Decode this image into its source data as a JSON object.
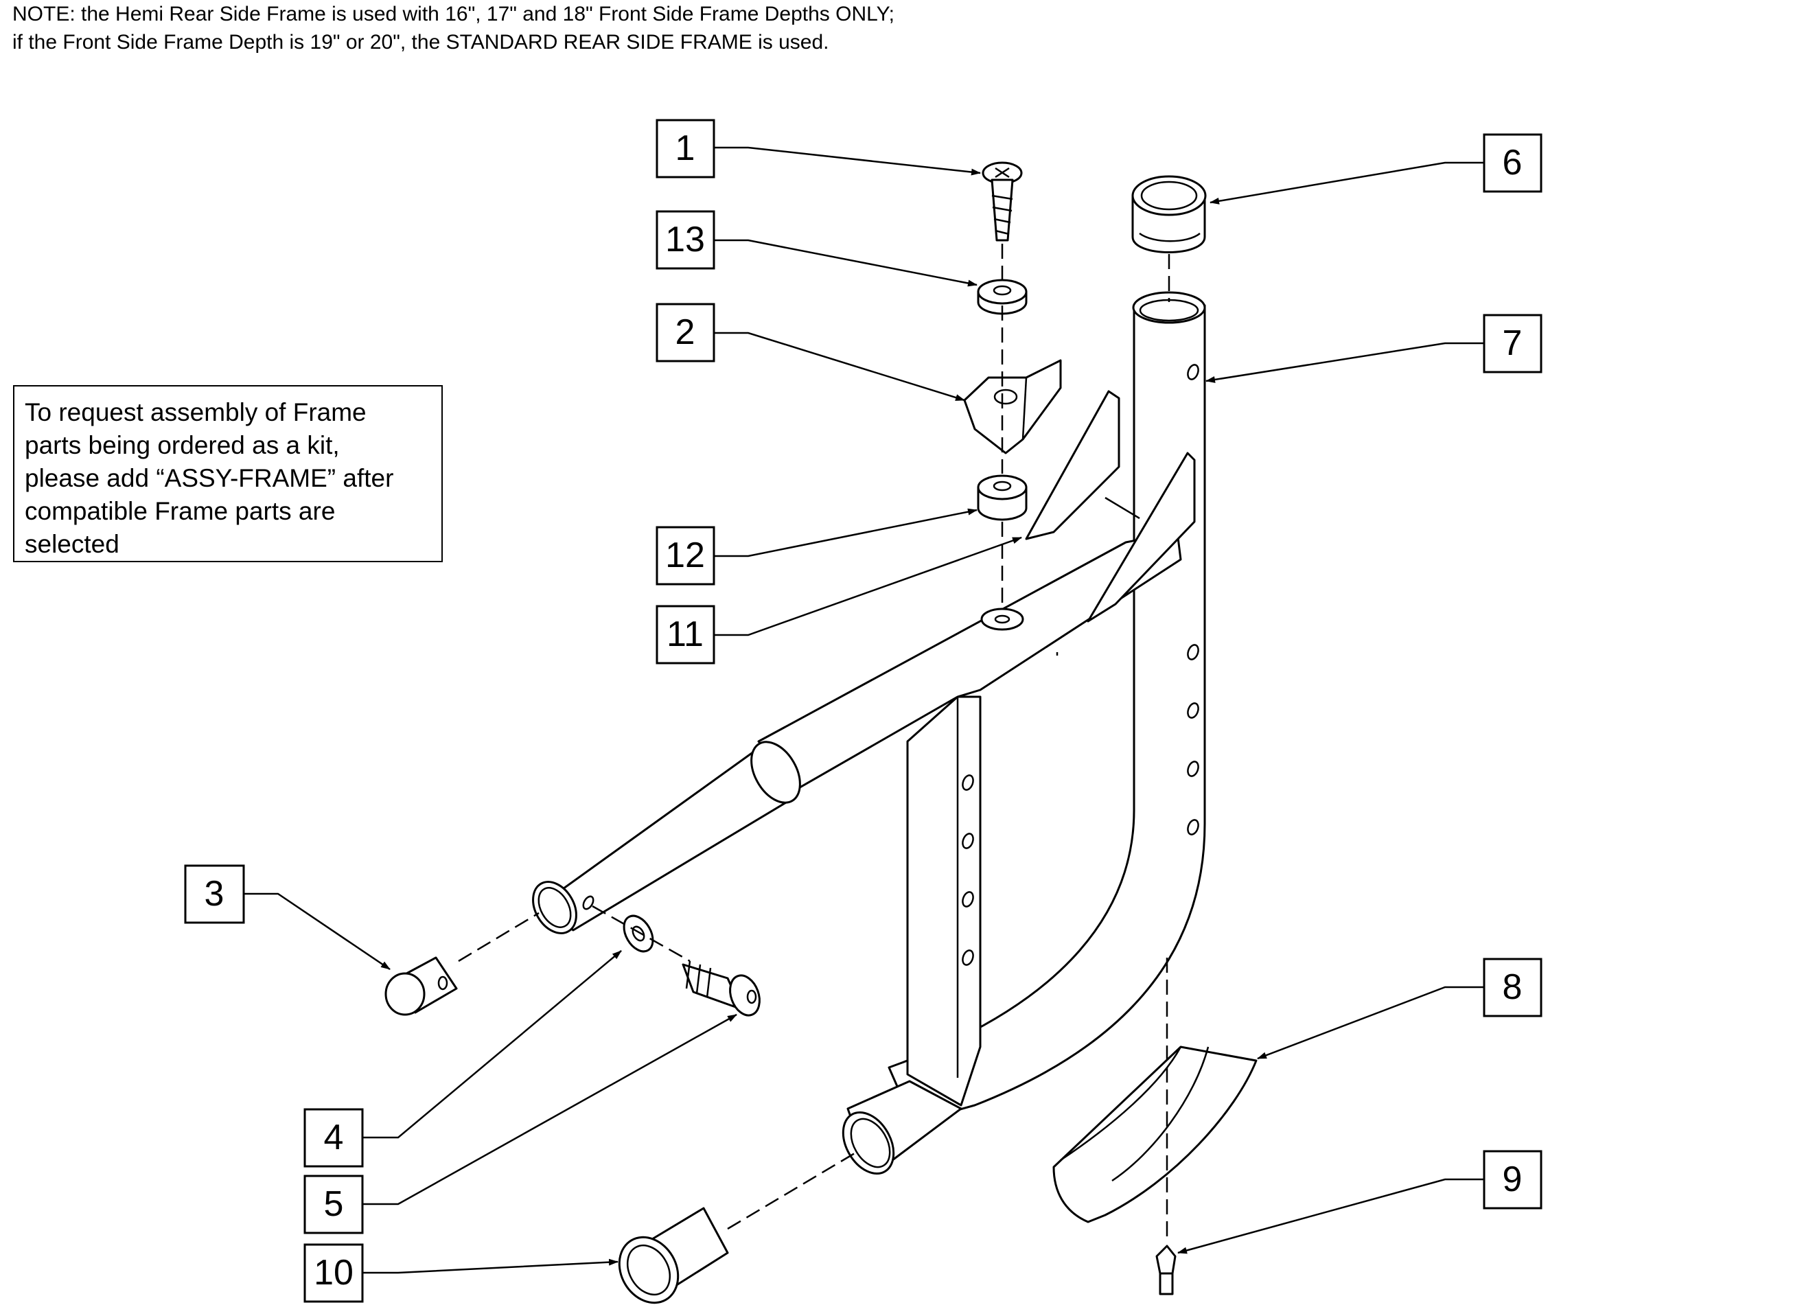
{
  "note": {
    "line1": "NOTE: the Hemi Rear Side Frame is used with 16\", 17\" and 18\" Front Side Frame Depths ONLY;",
    "line2": "if the Front Side Frame Depth is 19\" or 20\", the STANDARD REAR SIDE FRAME is used."
  },
  "kit_box": {
    "lines": [
      "To request assembly of Frame",
      "parts being ordered as a kit,",
      "please add “ASSY-FRAME” after",
      "compatible Frame parts are",
      "selected"
    ]
  },
  "callouts": {
    "c1": "1",
    "c2": "2",
    "c3": "3",
    "c4": "4",
    "c5": "5",
    "c6": "6",
    "c7": "7",
    "c8": "8",
    "c9": "9",
    "c10": "10",
    "c11": "11",
    "c12": "12",
    "c13": "13"
  }
}
